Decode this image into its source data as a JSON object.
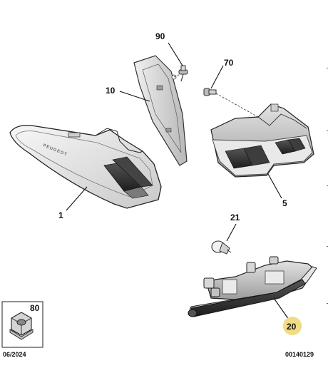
{
  "diagram": {
    "parts": [
      {
        "ref": "1",
        "name": "tail-lamp-outer"
      },
      {
        "ref": "5",
        "name": "tail-lamp-inner"
      },
      {
        "ref": "10",
        "name": "lamp-seal-cover"
      },
      {
        "ref": "20",
        "name": "rear-bumper-lamp",
        "highlight": "#f1dc83"
      },
      {
        "ref": "21",
        "name": "bulb"
      },
      {
        "ref": "70",
        "name": "screw"
      },
      {
        "ref": "80",
        "name": "nut"
      },
      {
        "ref": "90",
        "name": "screw-top"
      }
    ],
    "labels": {
      "part_90": "90",
      "part_70": "70",
      "part_10": "10",
      "part_1": "1",
      "part_5": "5",
      "part_21": "21",
      "part_80": "80",
      "part_20": "20"
    },
    "brand_script": "PEUGEOT",
    "footer": {
      "date": "06/2024",
      "ref_code": "00140129"
    }
  }
}
